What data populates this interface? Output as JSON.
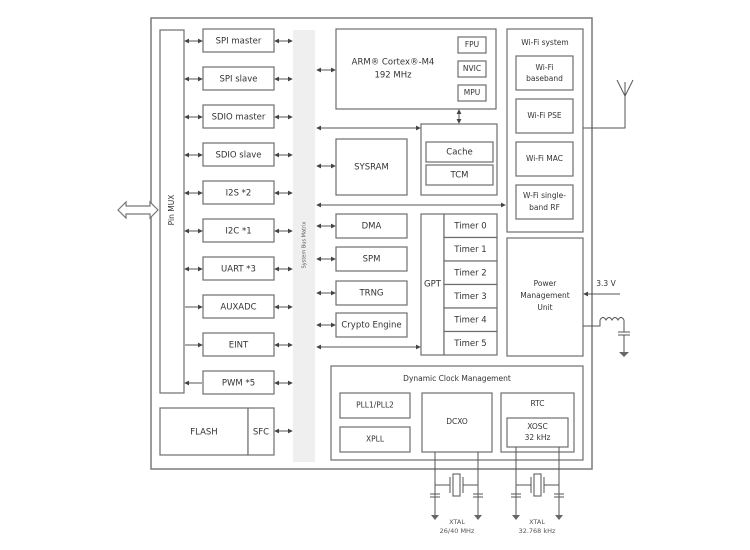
{
  "diagram": {
    "pin_mux": "Pin MUX",
    "system_bus": "System Bus Matrix",
    "peripherals": [
      "SPI master",
      "SPI slave",
      "SDIO master",
      "SDIO slave",
      "I2S *2",
      "I2C *1",
      "UART *3",
      "AUXADC",
      "EINT",
      "PWM *5"
    ],
    "flash": "FLASH",
    "sfc": "SFC",
    "cpu": {
      "name": "ARM® Cortex®-M4",
      "freq": "192 MHz",
      "units": [
        "FPU",
        "NVIC",
        "MPU"
      ]
    },
    "sysram": "SYSRAM",
    "cache": "Cache",
    "tcm": "TCM",
    "bus_blocks": [
      "DMA",
      "SPM",
      "TRNG",
      "Crypto Engine"
    ],
    "gpt": "GPT",
    "timers": [
      "Timer 0",
      "Timer 1",
      "Timer 2",
      "Timer 3",
      "Timer 4",
      "Timer 5"
    ],
    "wifi": {
      "title": "Wi-Fi system",
      "blocks": [
        {
          "line1": "Wi-Fi",
          "line2": "baseband"
        },
        {
          "line1": "Wi-Fi PSE",
          "line2": ""
        },
        {
          "line1": "Wi-Fi MAC",
          "line2": ""
        },
        {
          "line1": "W-Fi single-",
          "line2": "band RF"
        }
      ]
    },
    "pmu": {
      "line1": "Power",
      "line2": "Management",
      "line3": "Unit"
    },
    "supply_voltage": "3.3 V",
    "clock": {
      "title": "Dynamic Clock Management",
      "pll": "PLL1/PLL2",
      "xpll": "XPLL",
      "dcxo": "DCXO",
      "rtc": "RTC",
      "xosc_line1": "XOSC",
      "xosc_line2": "32 kHz"
    },
    "xtal1": {
      "line1": "XTAL",
      "line2": "26/40 MHz"
    },
    "xtal2": {
      "line1": "XTAL",
      "line2": "32.768 kHz"
    }
  }
}
